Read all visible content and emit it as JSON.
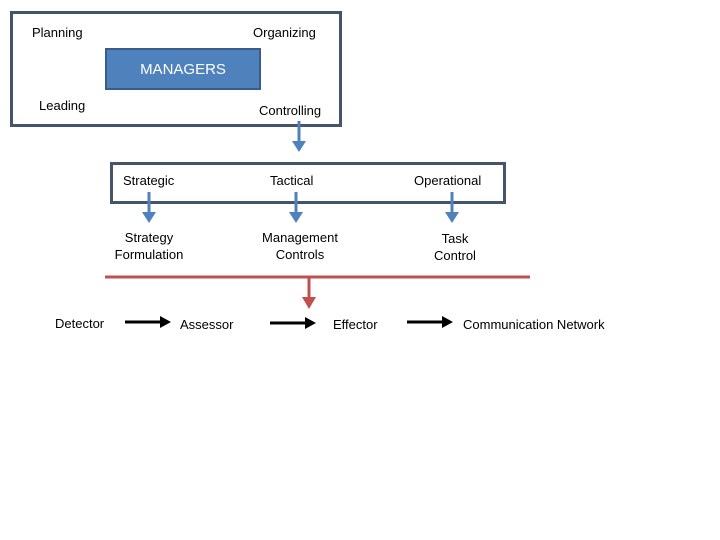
{
  "functions": {
    "planning": "Planning",
    "organizing": "Organizing",
    "leading": "Leading",
    "controlling": "Controlling",
    "center_label": "MANAGERS"
  },
  "levels": {
    "strategic": "Strategic",
    "tactical": "Tactical",
    "operational": "Operational"
  },
  "outcomes": {
    "strategic": "Strategy\nFormulation",
    "tactical": "Management\nControls",
    "operational": "Task\nControl"
  },
  "control_chain": {
    "detector": "Detector",
    "assessor": "Assessor",
    "effector": "Effector",
    "network": "Communication Network"
  },
  "colors": {
    "box_border": "#44546a",
    "managers_fill": "#4f81bd",
    "blue_arrow": "#4f81bd",
    "red_line": "#c0504d",
    "black_arrow": "#000000"
  }
}
